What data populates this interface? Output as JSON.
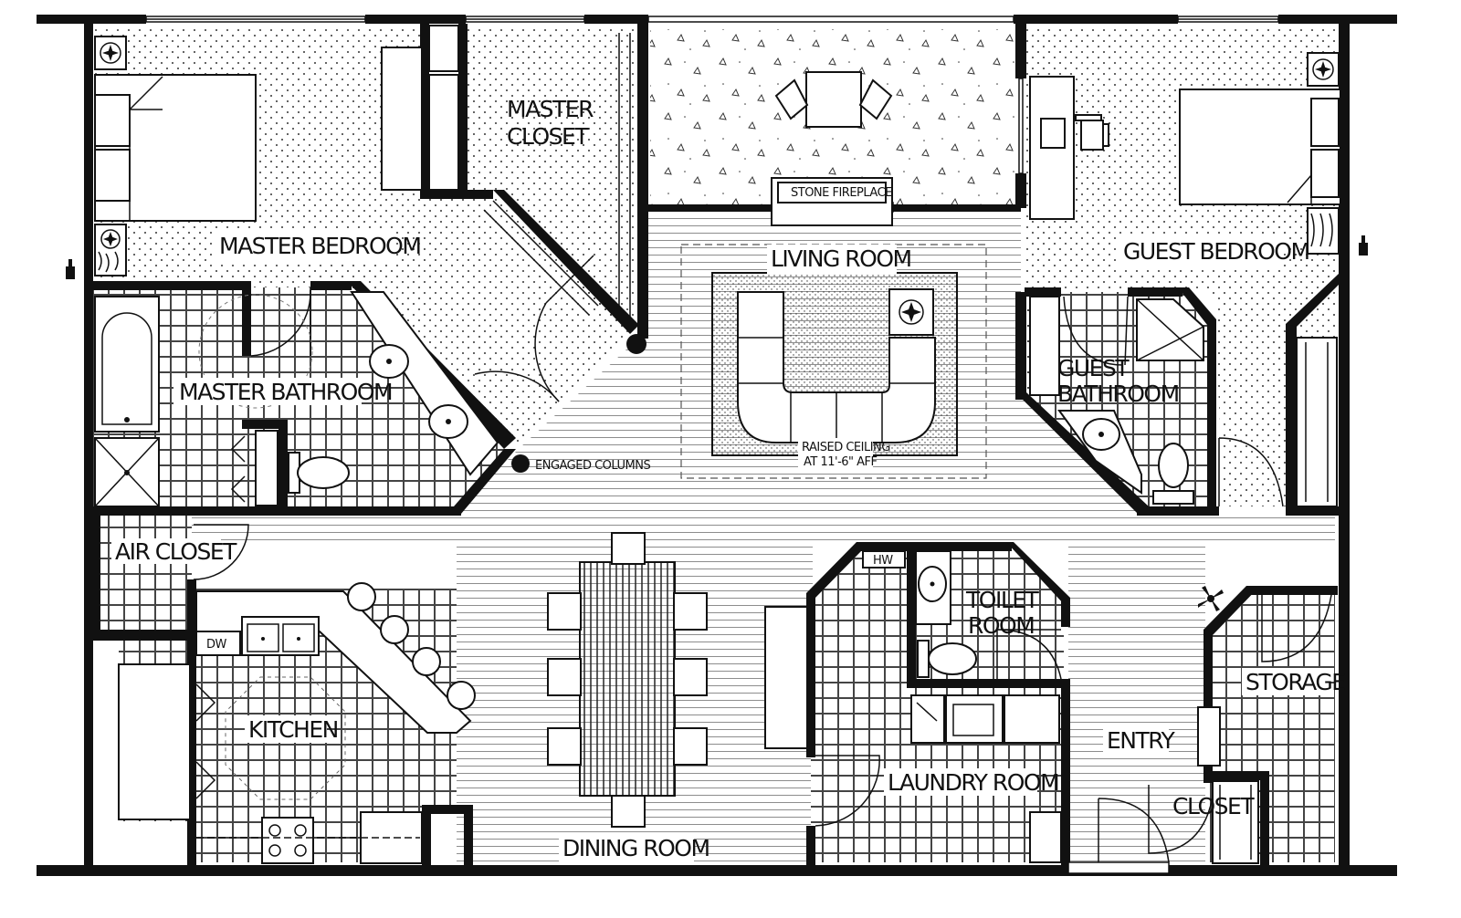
{
  "plan": {
    "rooms": {
      "master_bedroom": "MASTER BEDROOM",
      "master_closet_1": "MASTER",
      "master_closet_2": "CLOSET",
      "master_bathroom": "MASTER BATHROOM",
      "living_room": "LIVING ROOM",
      "guest_bedroom": "GUEST BEDROOM",
      "guest_bathroom_1": "GUEST",
      "guest_bathroom_2": "BATHROOM",
      "air_closet": "AIR CLOSET",
      "kitchen": "KITCHEN",
      "dining_room": "DINING ROOM",
      "toilet_room_1": "TOILET",
      "toilet_room_2": "ROOM",
      "laundry_room": "LAUNDRY ROOM",
      "entry": "ENTRY",
      "storage": "STORAGE",
      "closet": "CLOSET"
    },
    "notes": {
      "stone_fireplace": "STONE FIREPLACE",
      "raised_ceiling_1": "RAISED CEILING",
      "raised_ceiling_2": "AT 11'-6\" AFF",
      "engaged_columns": "ENGAGED COLUMNS",
      "dishwasher": "DW",
      "water_heater": "HW"
    },
    "colors": {
      "wall": "#111111",
      "floor": "#ffffff"
    }
  }
}
